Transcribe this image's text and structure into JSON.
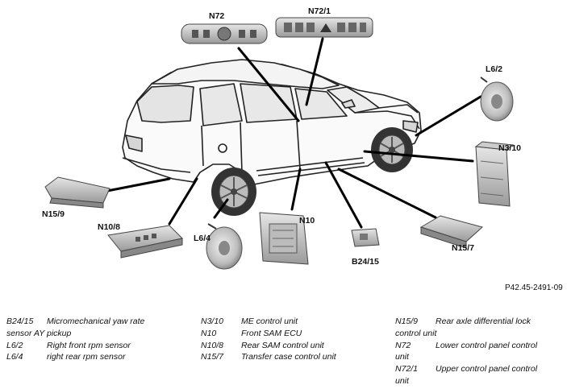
{
  "labels": {
    "n72": "N72",
    "n72_1": "N72/1",
    "l6_2": "L6/2",
    "n3_10": "N3/10",
    "n15_9": "N15/9",
    "n10_8": "N10/8",
    "l6_4": "L6/4",
    "n10": "N10",
    "b24_15": "B24/15",
    "n15_7": "N15/7"
  },
  "reference": "P42.45-2491-09",
  "legend": {
    "col1": [
      {
        "code": "B24/15",
        "text": "Micromechanical yaw rate",
        "cont": "sensor AY pickup"
      },
      {
        "code": "L6/2",
        "text": "Right front rpm sensor"
      },
      {
        "code": "L6/4",
        "text": "right rear rpm sensor"
      }
    ],
    "col2": [
      {
        "code": "N3/10",
        "text": "ME control unit"
      },
      {
        "code": "N10",
        "text": "Front SAM ECU"
      },
      {
        "code": "N10/8",
        "text": "Rear SAM control unit"
      },
      {
        "code": "N15/7",
        "text": "Transfer case control unit"
      }
    ],
    "col3": [
      {
        "code": "N15/9",
        "text": "Rear axle differential lock",
        "cont": "control unit"
      },
      {
        "code": "N72",
        "text": "Lower control panel control",
        "cont": "unit"
      },
      {
        "code": "N72/1",
        "text": "Upper control panel control",
        "cont": "unit"
      }
    ]
  }
}
